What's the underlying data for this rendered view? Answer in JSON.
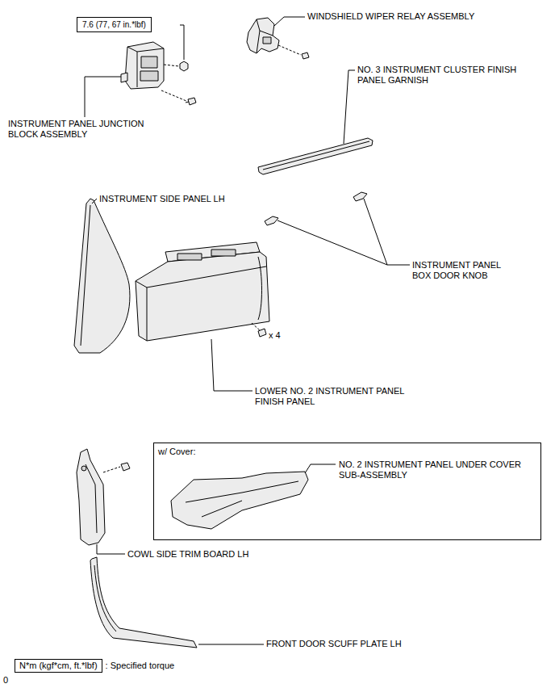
{
  "diagram": {
    "nodes": [
      {
        "text": [
          "7.6 (77, 67 in.*lbf)"
        ]
      },
      {
        "text": [
          "w/ Cover:",
          "NO. 2 INSTRUMENT PANEL UNDER COVER SUB-ASSEMBLY"
        ]
      },
      {
        "text": [
          "N*m (kgf*cm, ft.*lbf)",
          ": Specified torque"
        ]
      }
    ],
    "labels": [
      "WINDSHIELD WIPER RELAY ASSEMBLY",
      "INSTRUMENT PANEL JUNCTION BLOCK ASSEMBLY",
      "NO. 3 INSTRUMENT CLUSTER FINISH PANEL GARNISH",
      "INSTRUMENT SIDE PANEL LH",
      "INSTRUMENT PANEL BOX DOOR KNOB",
      "x 4",
      "LOWER NO. 2 INSTRUMENT PANEL FINISH PANEL",
      "COWL SIDE TRIM BOARD LH",
      "FRONT DOOR SCUFF PLATE LH",
      "0"
    ]
  }
}
